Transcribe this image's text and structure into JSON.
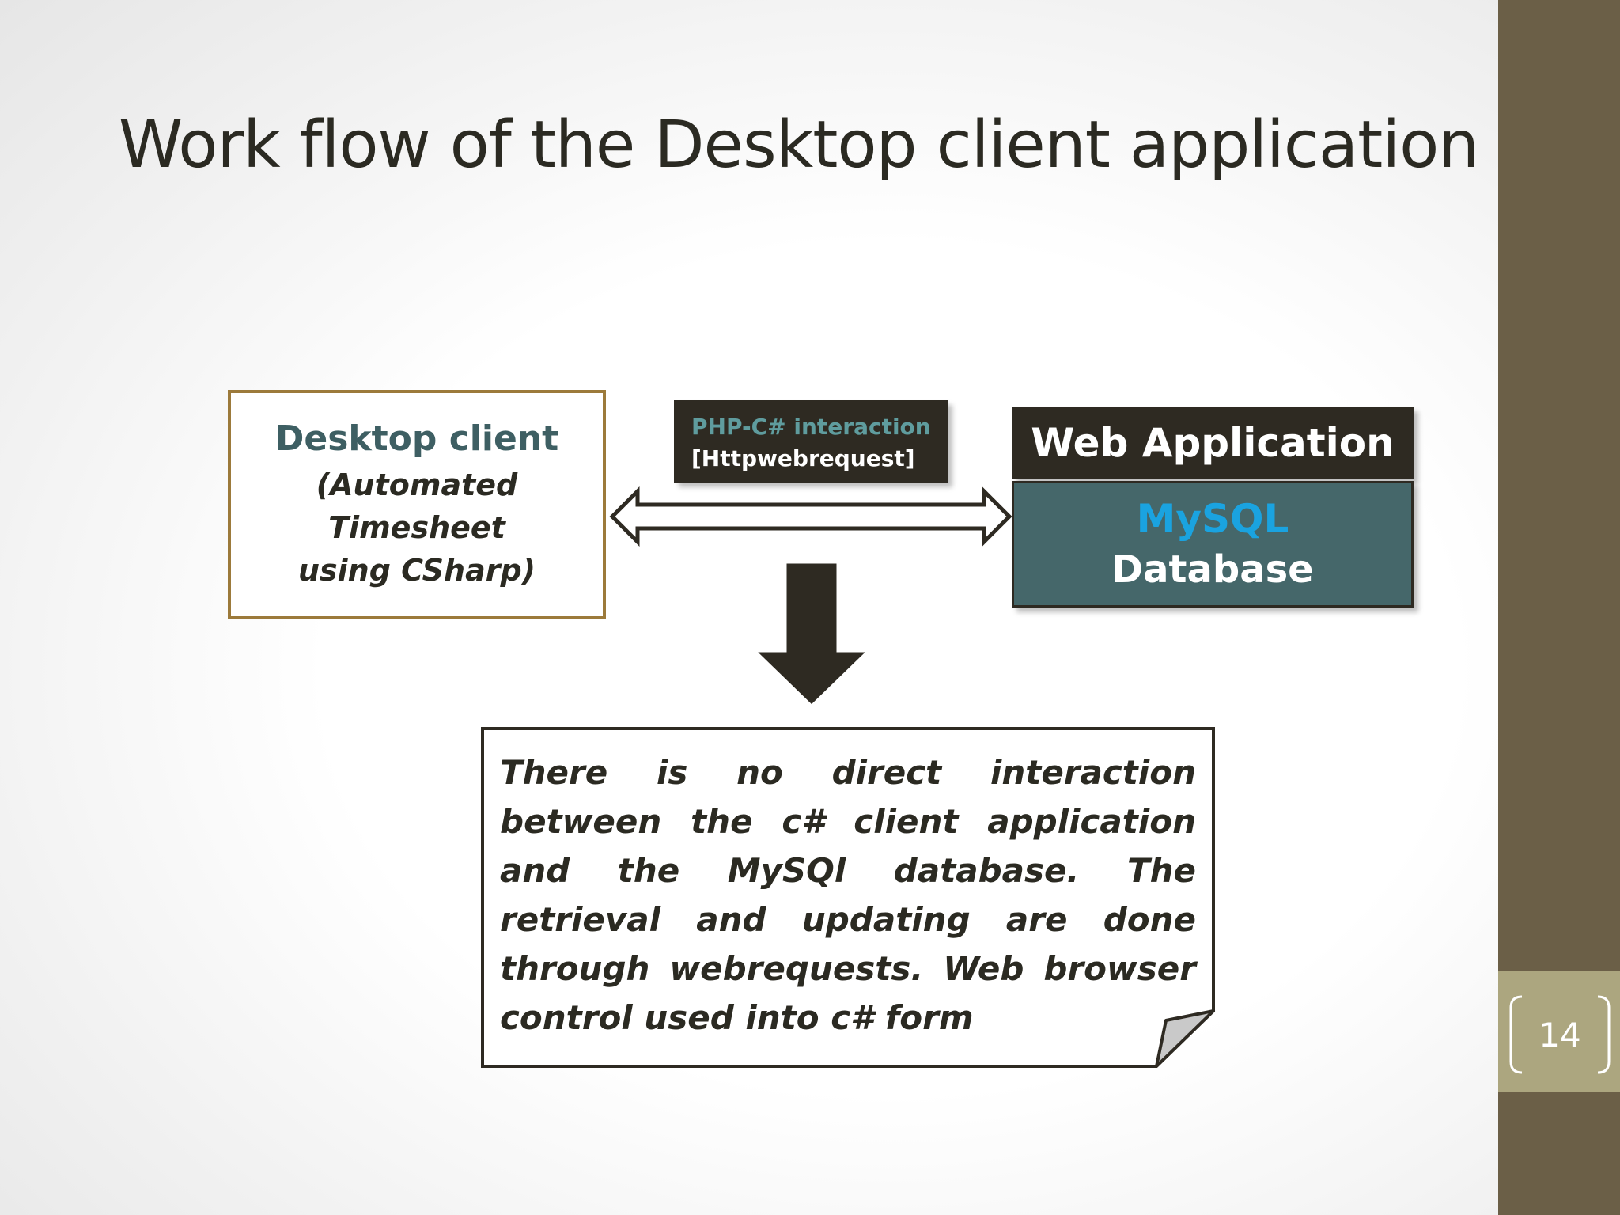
{
  "slide": {
    "title": "Work flow of the Desktop client application",
    "page_number": "14"
  },
  "diagram": {
    "desktop_client": {
      "title": "Desktop client",
      "subtitle_line1": "(Automated Timesheet",
      "subtitle_line2": "using CSharp)"
    },
    "interaction_label": {
      "line1": "PHP-C# interaction",
      "line2": "[Httpwebrequest]"
    },
    "web_application": {
      "header": "Web Application",
      "db_name": "MySQL",
      "db_label": "Database"
    },
    "note": "There is no direct interaction between the c# client application and the MySQl database. The retrieval and updating are done through webrequests. Web browser control used into c# form"
  },
  "colors": {
    "sidebar": "#6b5f47",
    "sidebar_accent": "#aca67f",
    "dark_box": "#2e2a22",
    "teal_box": "#45676a",
    "mysql_blue": "#1aa3e0",
    "desktop_border": "#9c7a3b",
    "desktop_title": "#3e5f63"
  }
}
